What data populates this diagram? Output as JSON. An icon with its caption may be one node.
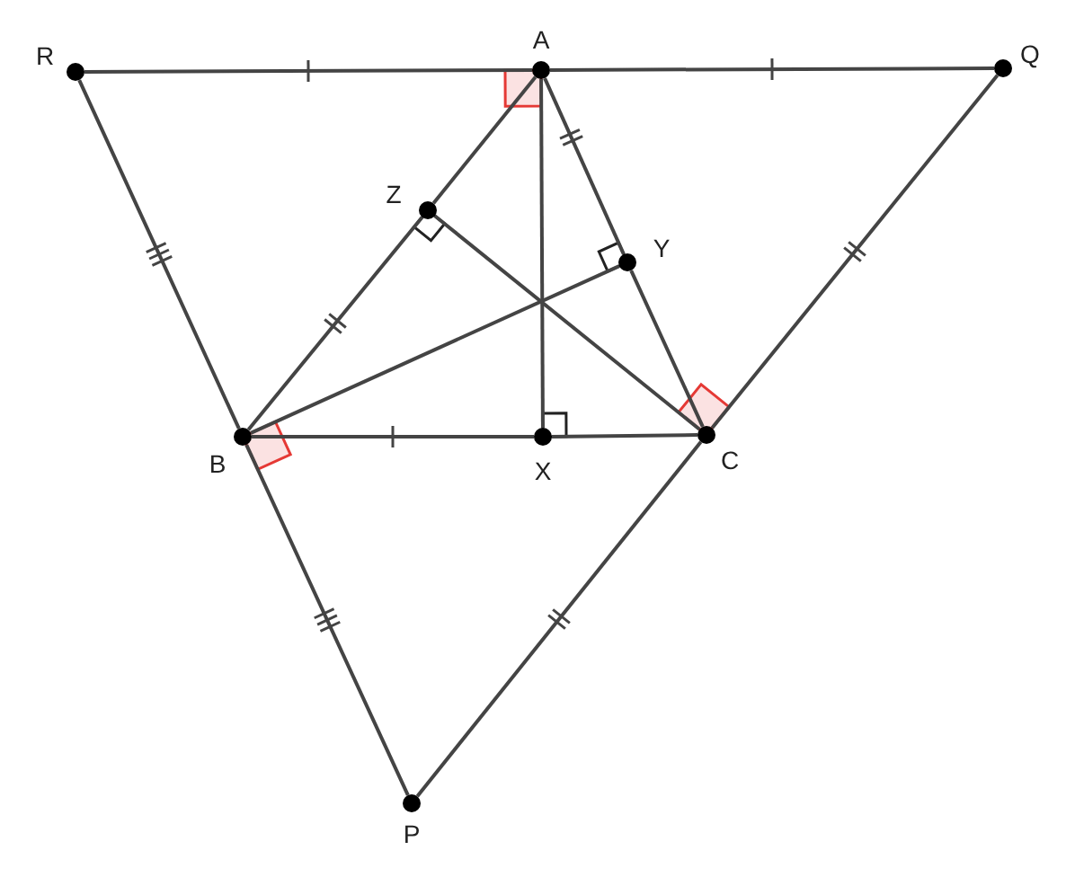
{
  "diagram": {
    "nodes": [
      {
        "text": [],
        "shape": "circle",
        "beside": [
          "R"
        ]
      },
      {
        "text": [],
        "shape": "circle",
        "beside": [
          "A"
        ]
      },
      {
        "text": [],
        "shape": "circle",
        "beside": [
          "Q"
        ]
      },
      {
        "text": [],
        "shape": "circle",
        "beside": [
          "Z"
        ]
      },
      {
        "text": [],
        "shape": "circle",
        "beside": [
          "Y"
        ]
      },
      {
        "text": [],
        "shape": "circle",
        "beside": [
          "B"
        ]
      },
      {
        "text": [],
        "shape": "circle",
        "beside": [
          "X"
        ]
      },
      {
        "text": [],
        "shape": "circle",
        "beside": [
          "C"
        ]
      },
      {
        "text": [],
        "shape": "circle",
        "beside": [
          "P"
        ]
      }
    ],
    "edges": [
      {
        "from": 0,
        "to": 1,
        "arrow": "none"
      },
      {
        "from": 1,
        "to": 2,
        "arrow": "none"
      },
      {
        "from": 0,
        "to": 5,
        "arrow": "none"
      },
      {
        "from": 5,
        "to": 8,
        "arrow": "none"
      },
      {
        "from": 2,
        "to": 7,
        "arrow": "none"
      },
      {
        "from": 7,
        "to": 8,
        "arrow": "none"
      },
      {
        "from": 1,
        "to": 3,
        "arrow": "none"
      },
      {
        "from": 3,
        "to": 5,
        "arrow": "none"
      },
      {
        "from": 1,
        "to": 4,
        "arrow": "none"
      },
      {
        "from": 4,
        "to": 7,
        "arrow": "none"
      },
      {
        "from": 5,
        "to": 6,
        "arrow": "none"
      },
      {
        "from": 6,
        "to": 7,
        "arrow": "none"
      },
      {
        "from": 1,
        "to": 6,
        "arrow": "none"
      },
      {
        "from": 5,
        "to": 4,
        "arrow": "none"
      },
      {
        "from": 7,
        "to": 3,
        "arrow": "none"
      }
    ]
  }
}
